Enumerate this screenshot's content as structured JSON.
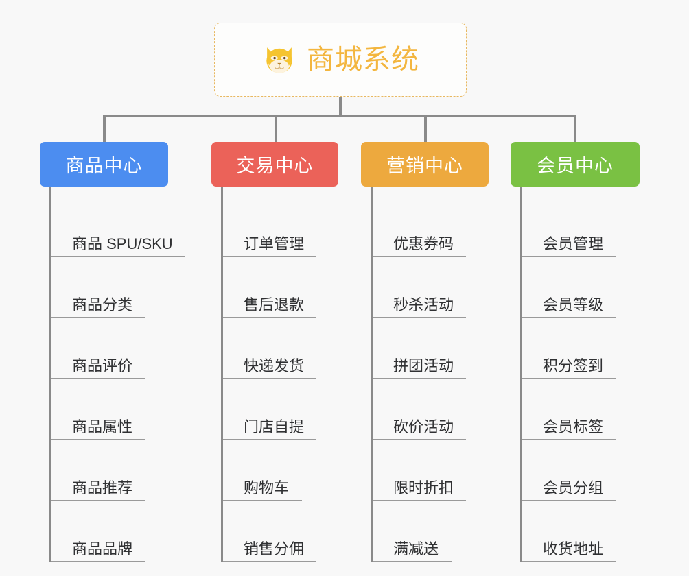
{
  "background_color": "#f8f8f8",
  "root": {
    "title": "商城系统",
    "icon": "shiba-dog-face-icon",
    "text_color": "#f3b63f",
    "border_color": "#e8b860"
  },
  "connector_color": "#8a8a8a",
  "columns": [
    {
      "id": "product-center",
      "label": "商品中心",
      "color": "#4c8df0",
      "items": [
        "商品 SPU/SKU",
        "商品分类",
        "商品评价",
        "商品属性",
        "商品推荐",
        "商品品牌"
      ]
    },
    {
      "id": "trade-center",
      "label": "交易中心",
      "color": "#eb6259",
      "items": [
        "订单管理",
        "售后退款",
        "快递发货",
        "门店自提",
        "购物车",
        "销售分佣"
      ]
    },
    {
      "id": "marketing-center",
      "label": "营销中心",
      "color": "#eda93e",
      "items": [
        "优惠券码",
        "秒杀活动",
        "拼团活动",
        "砍价活动",
        "限时折扣",
        "满减送"
      ]
    },
    {
      "id": "member-center",
      "label": "会员中心",
      "color": "#7ac143",
      "items": [
        "会员管理",
        "会员等级",
        "积分签到",
        "会员标签",
        "会员分组",
        "收货地址"
      ]
    }
  ]
}
